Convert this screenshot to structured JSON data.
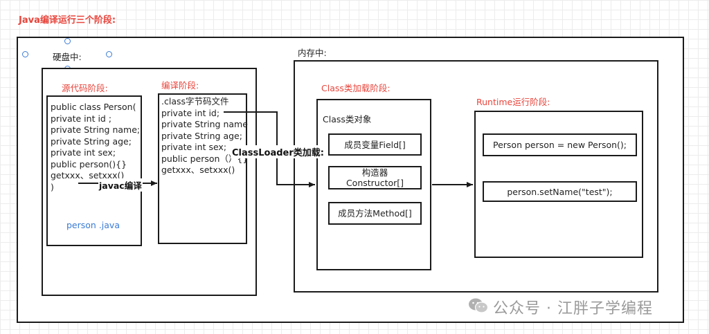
{
  "title": "Java编译运行三个阶段:",
  "disk": {
    "label": "硬盘中:",
    "source_stage": {
      "title": "源代码阶段:",
      "code": "public class Person(\nprivate int id ;\nprivate String name;\nprivate String age;\nprivate int sex;\npublic person(){}\ngetxxx、setxxx()\n)",
      "file": "person .java"
    },
    "compile_arrow_label": "javac编译",
    "compile_stage": {
      "title": "编译阶段:",
      "code": ".class字节码文件\nprivate int id;\nprivate String name\nprivate String age;\nprivate int sex;\npublic person（）{}\ngetxxx、setxxx()"
    }
  },
  "classloader_label": "ClassLoader类加载:",
  "memory": {
    "label": "内存中:",
    "class_stage": {
      "title": "Class类加载阶段:",
      "object_title": "Class类对象",
      "items": [
        "成员变量Field[]",
        "构造器\nConstructor[]",
        "成员方法Method[]"
      ]
    },
    "runtime_stage": {
      "title": "Runtime运行阶段:",
      "items": [
        "Person person = new Person();",
        "person.setName(\"test\");"
      ]
    }
  },
  "watermark": {
    "icon": "wechat-icon",
    "text": "公众号 · 江胖子学编程"
  },
  "colors": {
    "accent_red": "#e8453c",
    "file_blue": "#3a7bd5",
    "watermark_gray": "#9a9a9a"
  }
}
